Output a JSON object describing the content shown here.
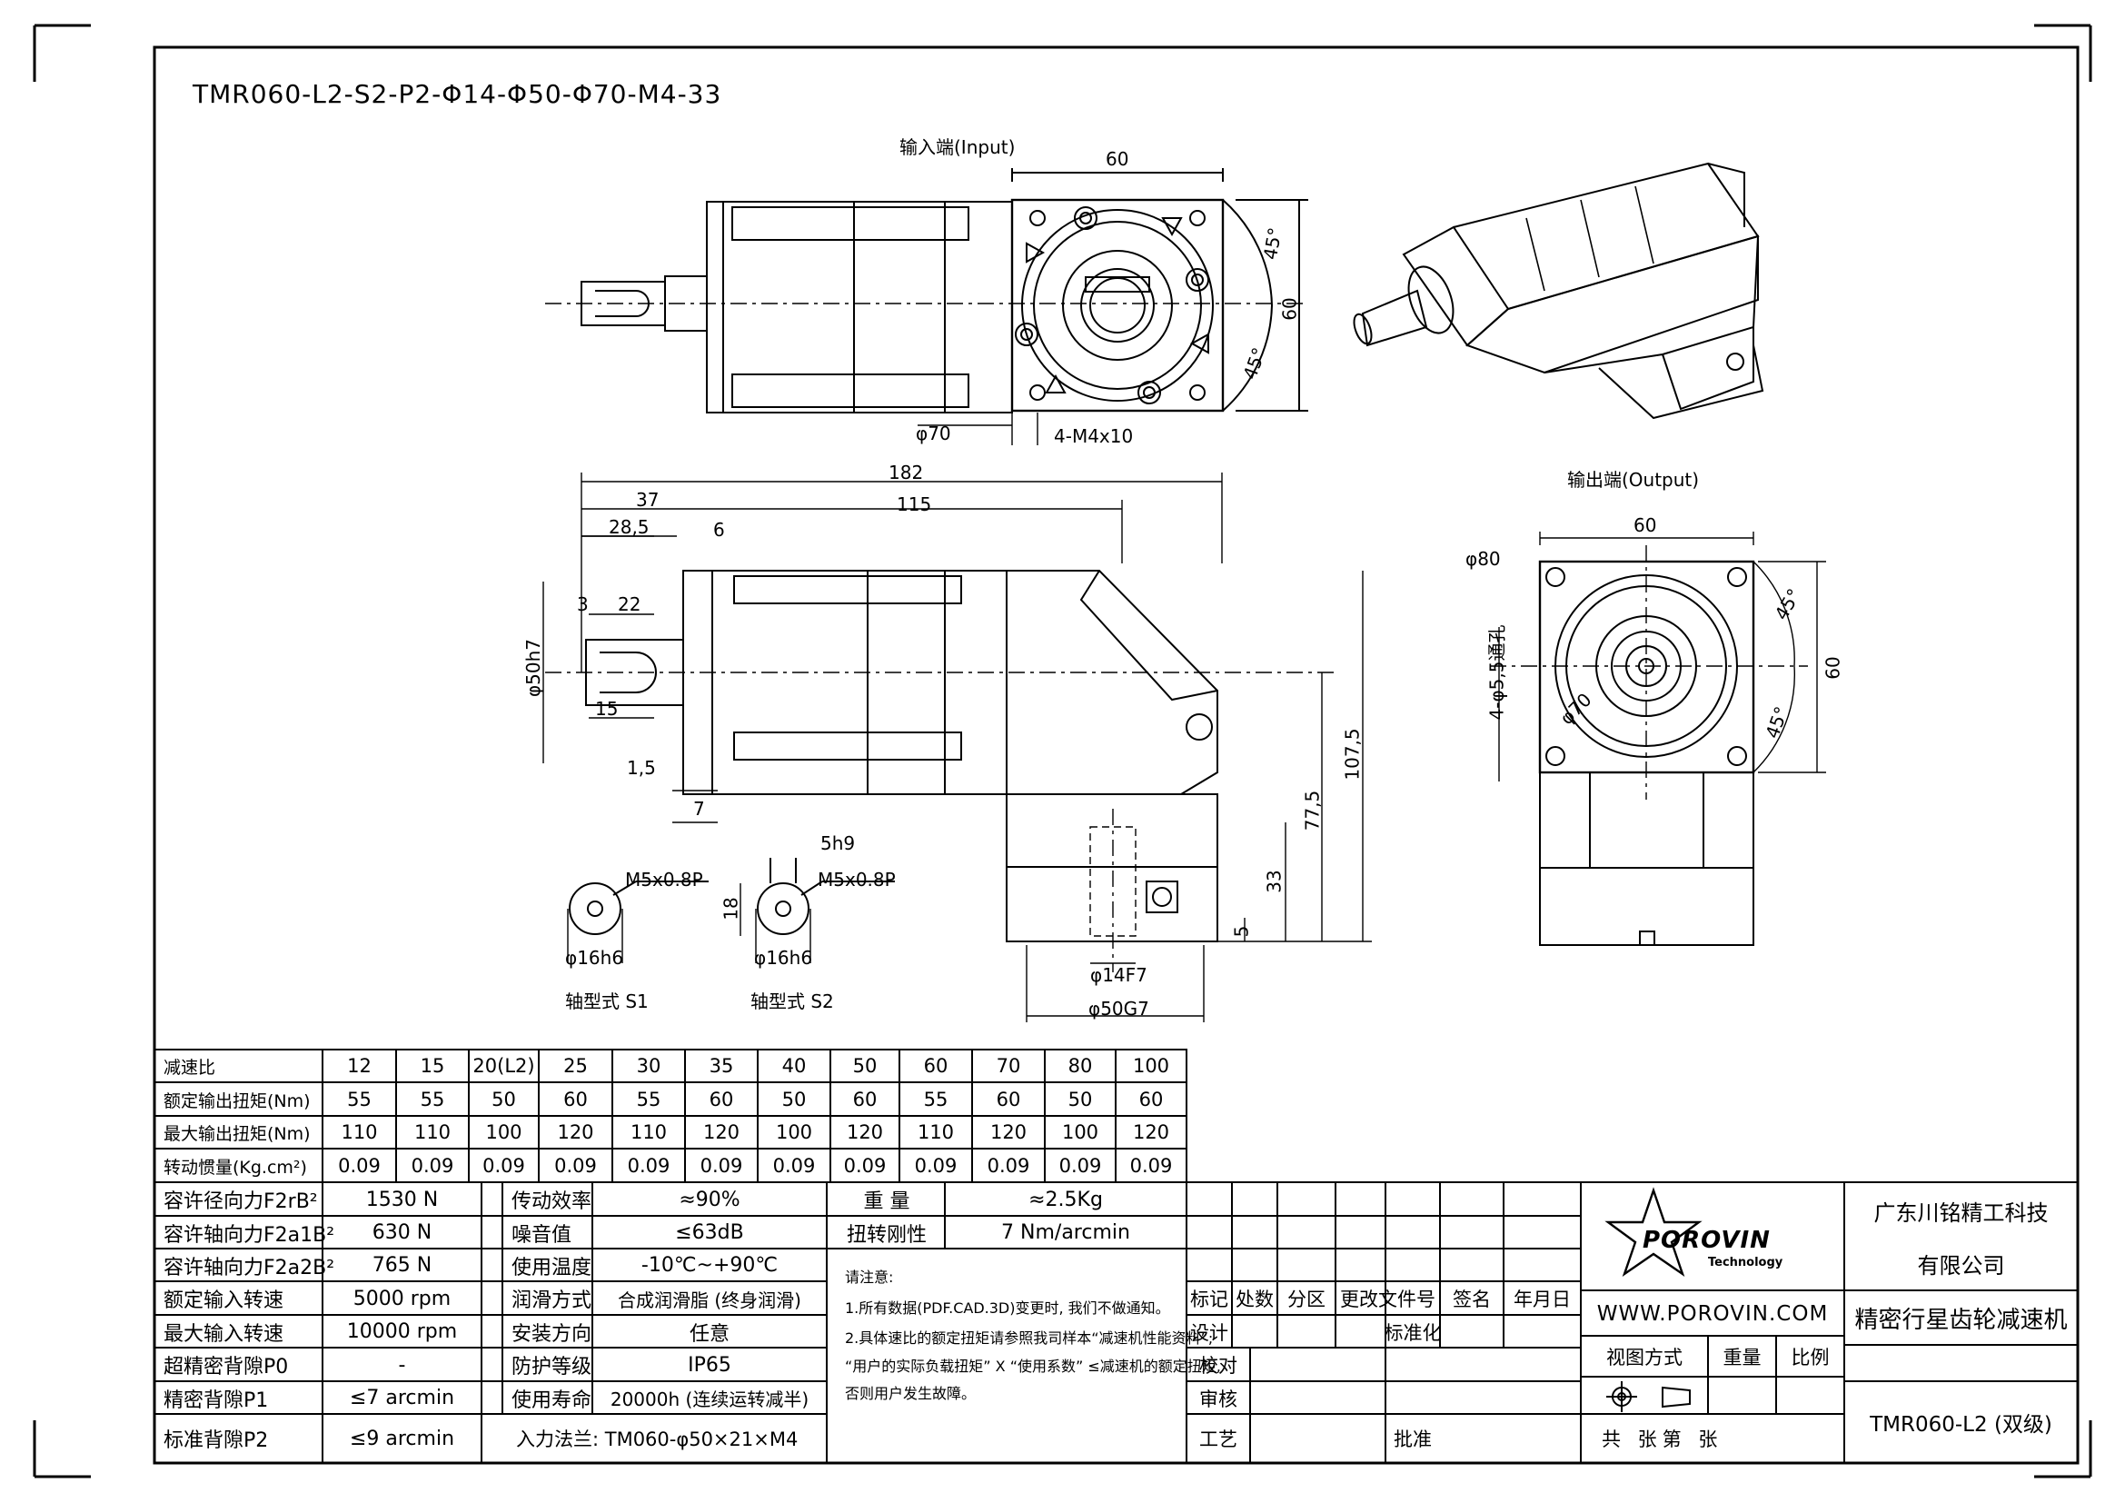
{
  "title": "TMR060-L2-S2-P2-Φ14-Φ50-Φ70-M4-33",
  "views": {
    "input_label": "输入端(Input)",
    "output_label": "输出端(Output)",
    "shaft_s1": "轴型式 S1",
    "shaft_s2": "轴型式 S2"
  },
  "dims": {
    "top_60": "60",
    "top_side_60": "60",
    "top_45a": "45°",
    "top_45b": "45°",
    "phi70": "φ70",
    "m4x10": "4-M4x10",
    "d182": "182",
    "d37": "37",
    "d115": "115",
    "d28_5": "28,5",
    "d6": "6",
    "d3": "3",
    "d22": "22",
    "phi50h7": "φ50h7",
    "d15": "15",
    "d1_5": "1,5",
    "d7": "7",
    "d107_5": "107,5",
    "d77_5": "77,5",
    "d33": "33",
    "d5": "5",
    "phi14f7": "φ14F7",
    "phi50g7": "φ50G7",
    "m5_1": "M5x0.8P",
    "m5_2": "M5x0.8P",
    "d5h9": "5h9",
    "d18": "18",
    "phi16_1": "φ16h6",
    "phi16_2": "φ16h6",
    "out_60": "60",
    "out_side_60": "60",
    "phi80": "φ80",
    "out_45a": "45°",
    "out_45b": "45°",
    "out_phi70": "φ70",
    "holes": "4-φ5,5通孔"
  },
  "ratio_table": {
    "rows": [
      {
        "label": "减速比",
        "values": [
          "12",
          "15",
          "20(L2)",
          "25",
          "30",
          "35",
          "40",
          "50",
          "60",
          "70",
          "80",
          "100"
        ]
      },
      {
        "label": "额定输出扭矩(Nm)",
        "values": [
          "55",
          "55",
          "50",
          "60",
          "55",
          "60",
          "50",
          "60",
          "55",
          "60",
          "50",
          "60"
        ]
      },
      {
        "label": "最大输出扭矩(Nm)",
        "values": [
          "110",
          "110",
          "100",
          "120",
          "110",
          "120",
          "100",
          "120",
          "110",
          "120",
          "100",
          "120"
        ]
      },
      {
        "label": "转动惯量(Kg.cm²)",
        "values": [
          "0.09",
          "0.09",
          "0.09",
          "0.09",
          "0.09",
          "0.09",
          "0.09",
          "0.09",
          "0.09",
          "0.09",
          "0.09",
          "0.09"
        ]
      }
    ]
  },
  "spec_table": {
    "col1": [
      {
        "label": "容许径向力F2rB²",
        "value": "1530 N"
      },
      {
        "label": "容许轴向力F2a1B²",
        "value": "630 N"
      },
      {
        "label": "容许轴向力F2a2B²",
        "value": "765 N"
      },
      {
        "label": "额定输入转速",
        "value": "5000 rpm"
      },
      {
        "label": "最大输入转速",
        "value": "10000 rpm"
      },
      {
        "label": "超精密背隙P0",
        "value": "-"
      },
      {
        "label": "精密背隙P1",
        "value": "≤7 arcmin"
      },
      {
        "label": "标准背隙P2",
        "value": "≤9 arcmin"
      }
    ],
    "col2": [
      {
        "label": "传动效率",
        "value": "≈90%"
      },
      {
        "label": "噪音值",
        "value": "≤63dB"
      },
      {
        "label": "使用温度",
        "value": "-10℃~+90℃"
      },
      {
        "label": "润滑方式",
        "value": "合成润滑脂 (终身润滑)"
      },
      {
        "label": "安装方向",
        "value": "任意"
      },
      {
        "label": "防护等级",
        "value": "IP65"
      },
      {
        "label": "使用寿命",
        "value": "20000h (连续运转减半)"
      }
    ],
    "flange": "入力法兰: TM060-φ50×21×M4",
    "weight_label": "重 量",
    "weight_value": "≈2.5Kg",
    "stiffness_label": "扭转刚性",
    "stiffness_value": "7 Nm/arcmin",
    "notes": [
      "请注意:",
      "1.所有数据(PDF.CAD.3D)变更时, 我们不做通知。",
      "2.具体速比的额定扭矩请参照我司样本“减速机性能资料”;",
      "“用户的实际负载扭矩” X “使用系数” ≤减速机的额定扭矩,",
      "否则用户发生故障。"
    ]
  },
  "title_block": {
    "rev_headers": [
      "标记",
      "处数",
      "分区",
      "更改文件号",
      "签名",
      "年月日"
    ],
    "roles": [
      "设计",
      "校对",
      "审核",
      "工艺"
    ],
    "standardize": "标准化",
    "approve": "批准",
    "brand": "POROVIN",
    "brand_sub": "Technology",
    "website": "WWW.POROVIN.COM",
    "view_method": "视图方式",
    "weight": "重量",
    "scale": "比例",
    "sheets": "共  张第  张",
    "company": [
      "广东川铭精工科技",
      "有限公司"
    ],
    "product_name": "精密行星齿轮减速机",
    "model": "TMR060-L2 (双级)"
  }
}
